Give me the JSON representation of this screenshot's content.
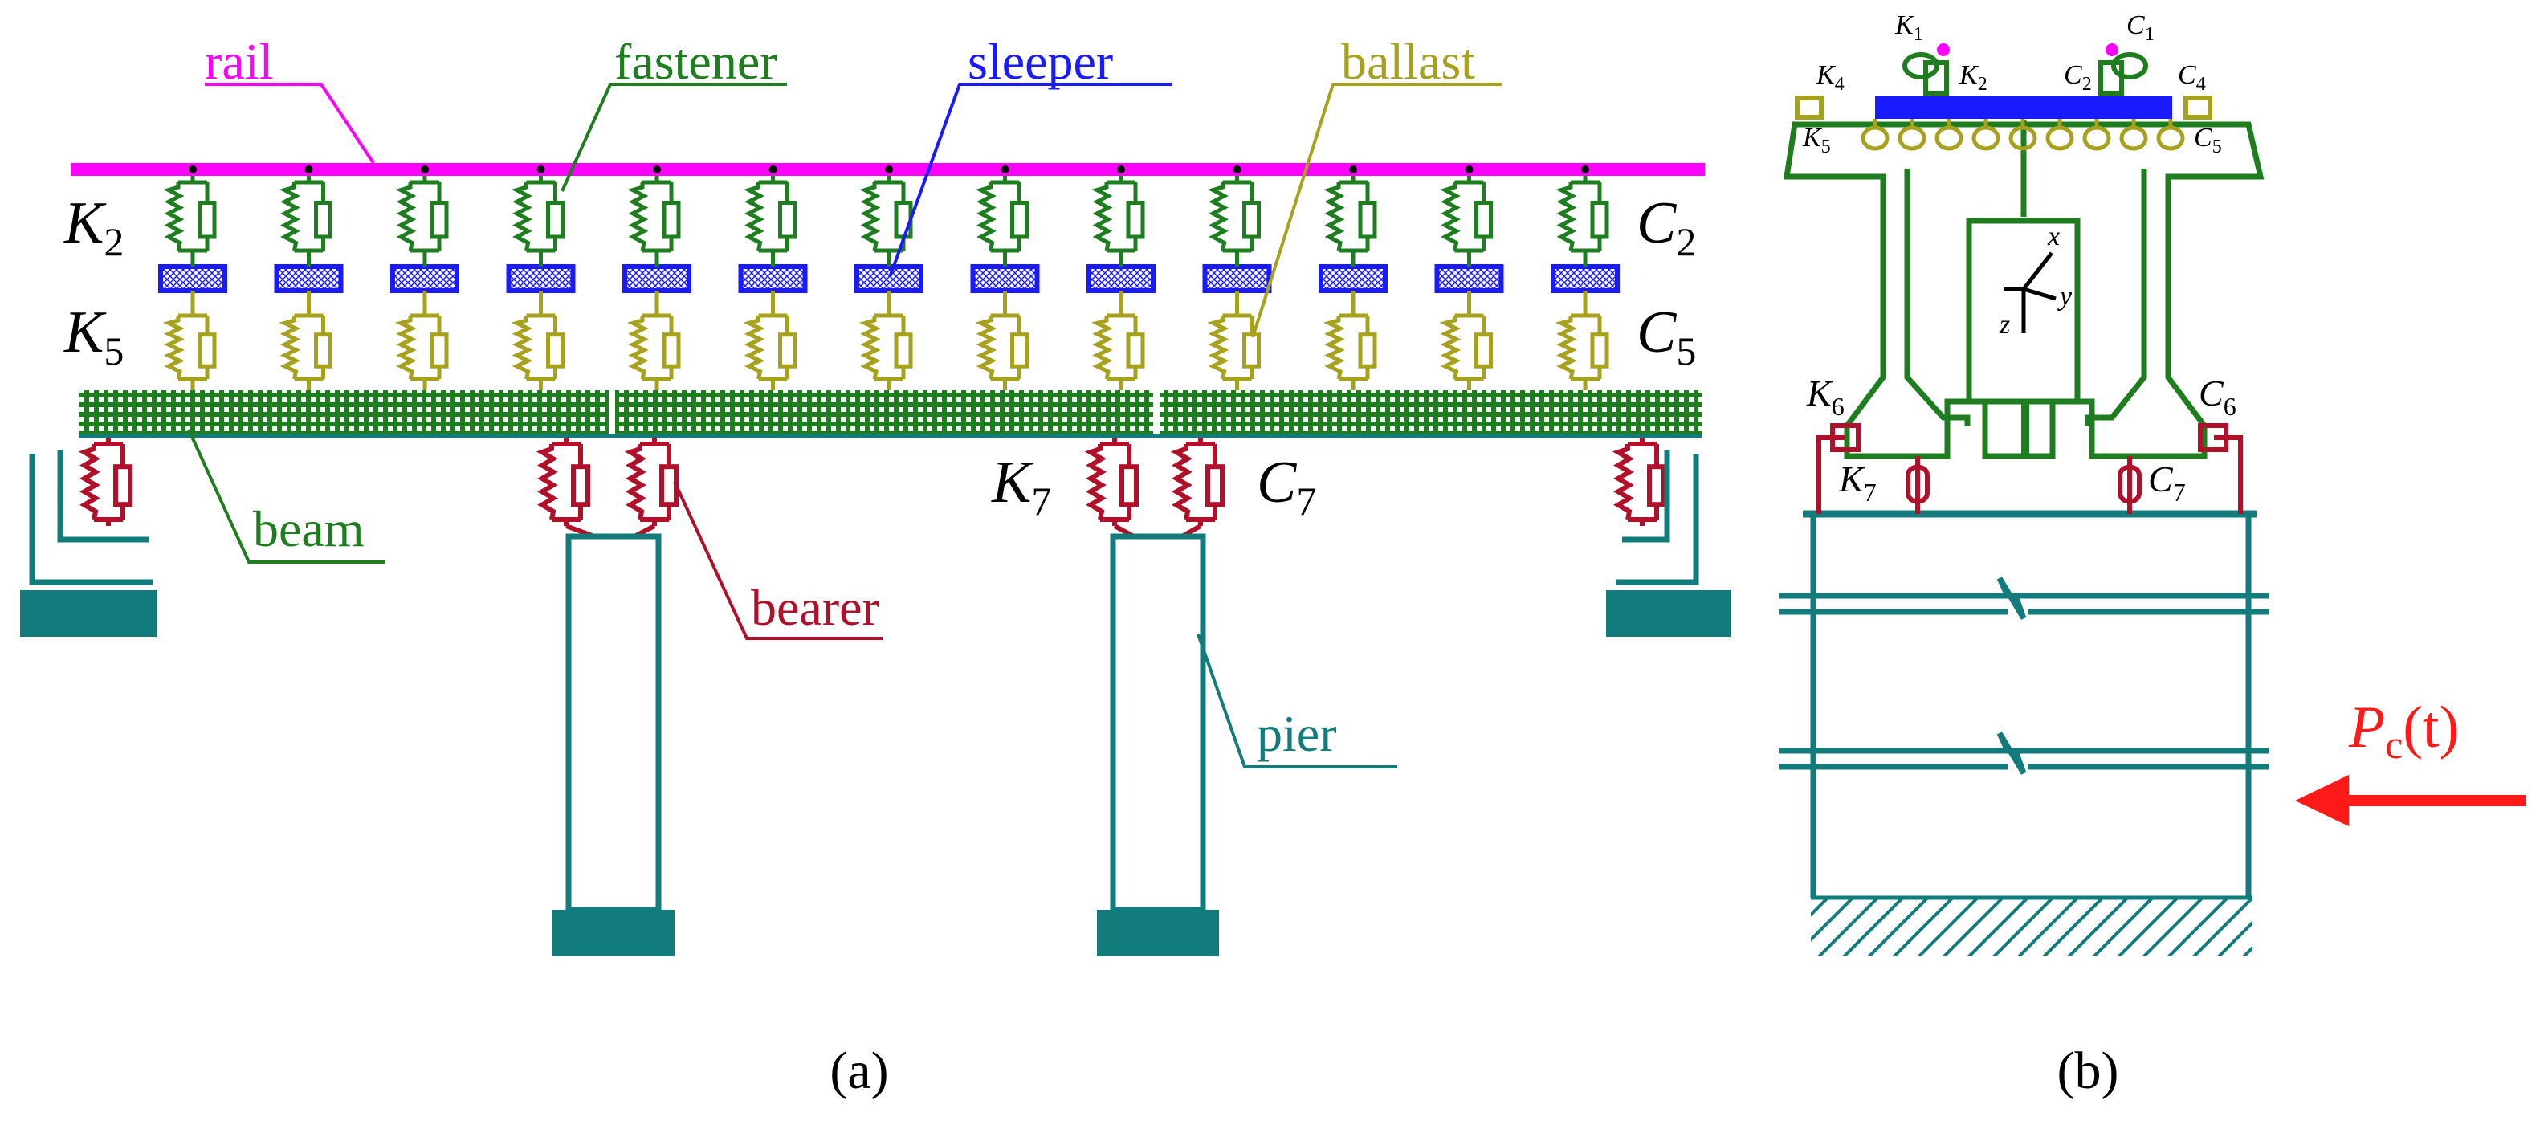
{
  "panels": {
    "a": {
      "caption": "(a)",
      "labels": {
        "rail": "rail",
        "fastener": "fastener",
        "sleeper": "sleeper",
        "ballast": "ballast",
        "beam": "beam",
        "bearer": "bearer",
        "pier": "pier"
      },
      "symbols": {
        "k2": "K",
        "k2_sub": "2",
        "c2": "C",
        "c2_sub": "2",
        "k5": "K",
        "k5_sub": "5",
        "c5": "C",
        "c5_sub": "5",
        "k7": "K",
        "k7_sub": "7",
        "c7": "C",
        "c7_sub": "7"
      }
    },
    "b": {
      "caption": "(b)",
      "symbols": {
        "k1": "K",
        "k1_sub": "1",
        "c1": "C",
        "c1_sub": "1",
        "k2": "K",
        "k2_sub": "2",
        "c2": "C",
        "c2_sub": "2",
        "k4": "K",
        "k4_sub": "4",
        "c4": "C",
        "c4_sub": "4",
        "k5": "K",
        "k5_sub": "5",
        "c5": "C",
        "c5_sub": "5",
        "k6": "K",
        "k6_sub": "6",
        "c6": "C",
        "c6_sub": "6",
        "k7": "K",
        "k7_sub": "7",
        "c7": "C",
        "c7_sub": "7",
        "axis_x": "x",
        "axis_y": "y",
        "axis_z": "z"
      },
      "force": {
        "p": "P",
        "sub": "c",
        "arg": "(t)"
      }
    }
  },
  "colors": {
    "rail": "#ff00ff",
    "fastener": "#1e7d1e",
    "sleeper": "#1a1aff",
    "ballast": "#a6a21e",
    "beam": "#1e7d1e",
    "bearer": "#b0102a",
    "pier": "#127b7b",
    "force": "#ff1a1a",
    "text": "#000000"
  }
}
